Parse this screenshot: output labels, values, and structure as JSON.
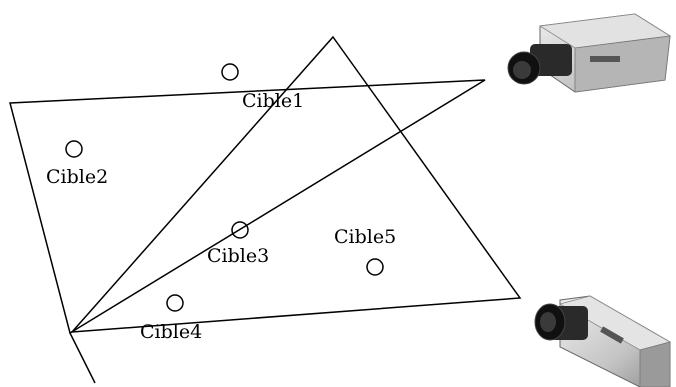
{
  "targets": [
    {
      "name": "Cible1"
    },
    {
      "name": "Cible2"
    },
    {
      "name": "Cible3"
    },
    {
      "name": "Cible4"
    },
    {
      "name": "Cible5"
    }
  ],
  "cameras": [
    {
      "icon": "camera-icon"
    },
    {
      "icon": "camera-icon"
    }
  ],
  "colors": {
    "line": "#000000",
    "background": "#ffffff",
    "camera_body": "#c9c9c9",
    "camera_lens": "#1a1a1a"
  }
}
